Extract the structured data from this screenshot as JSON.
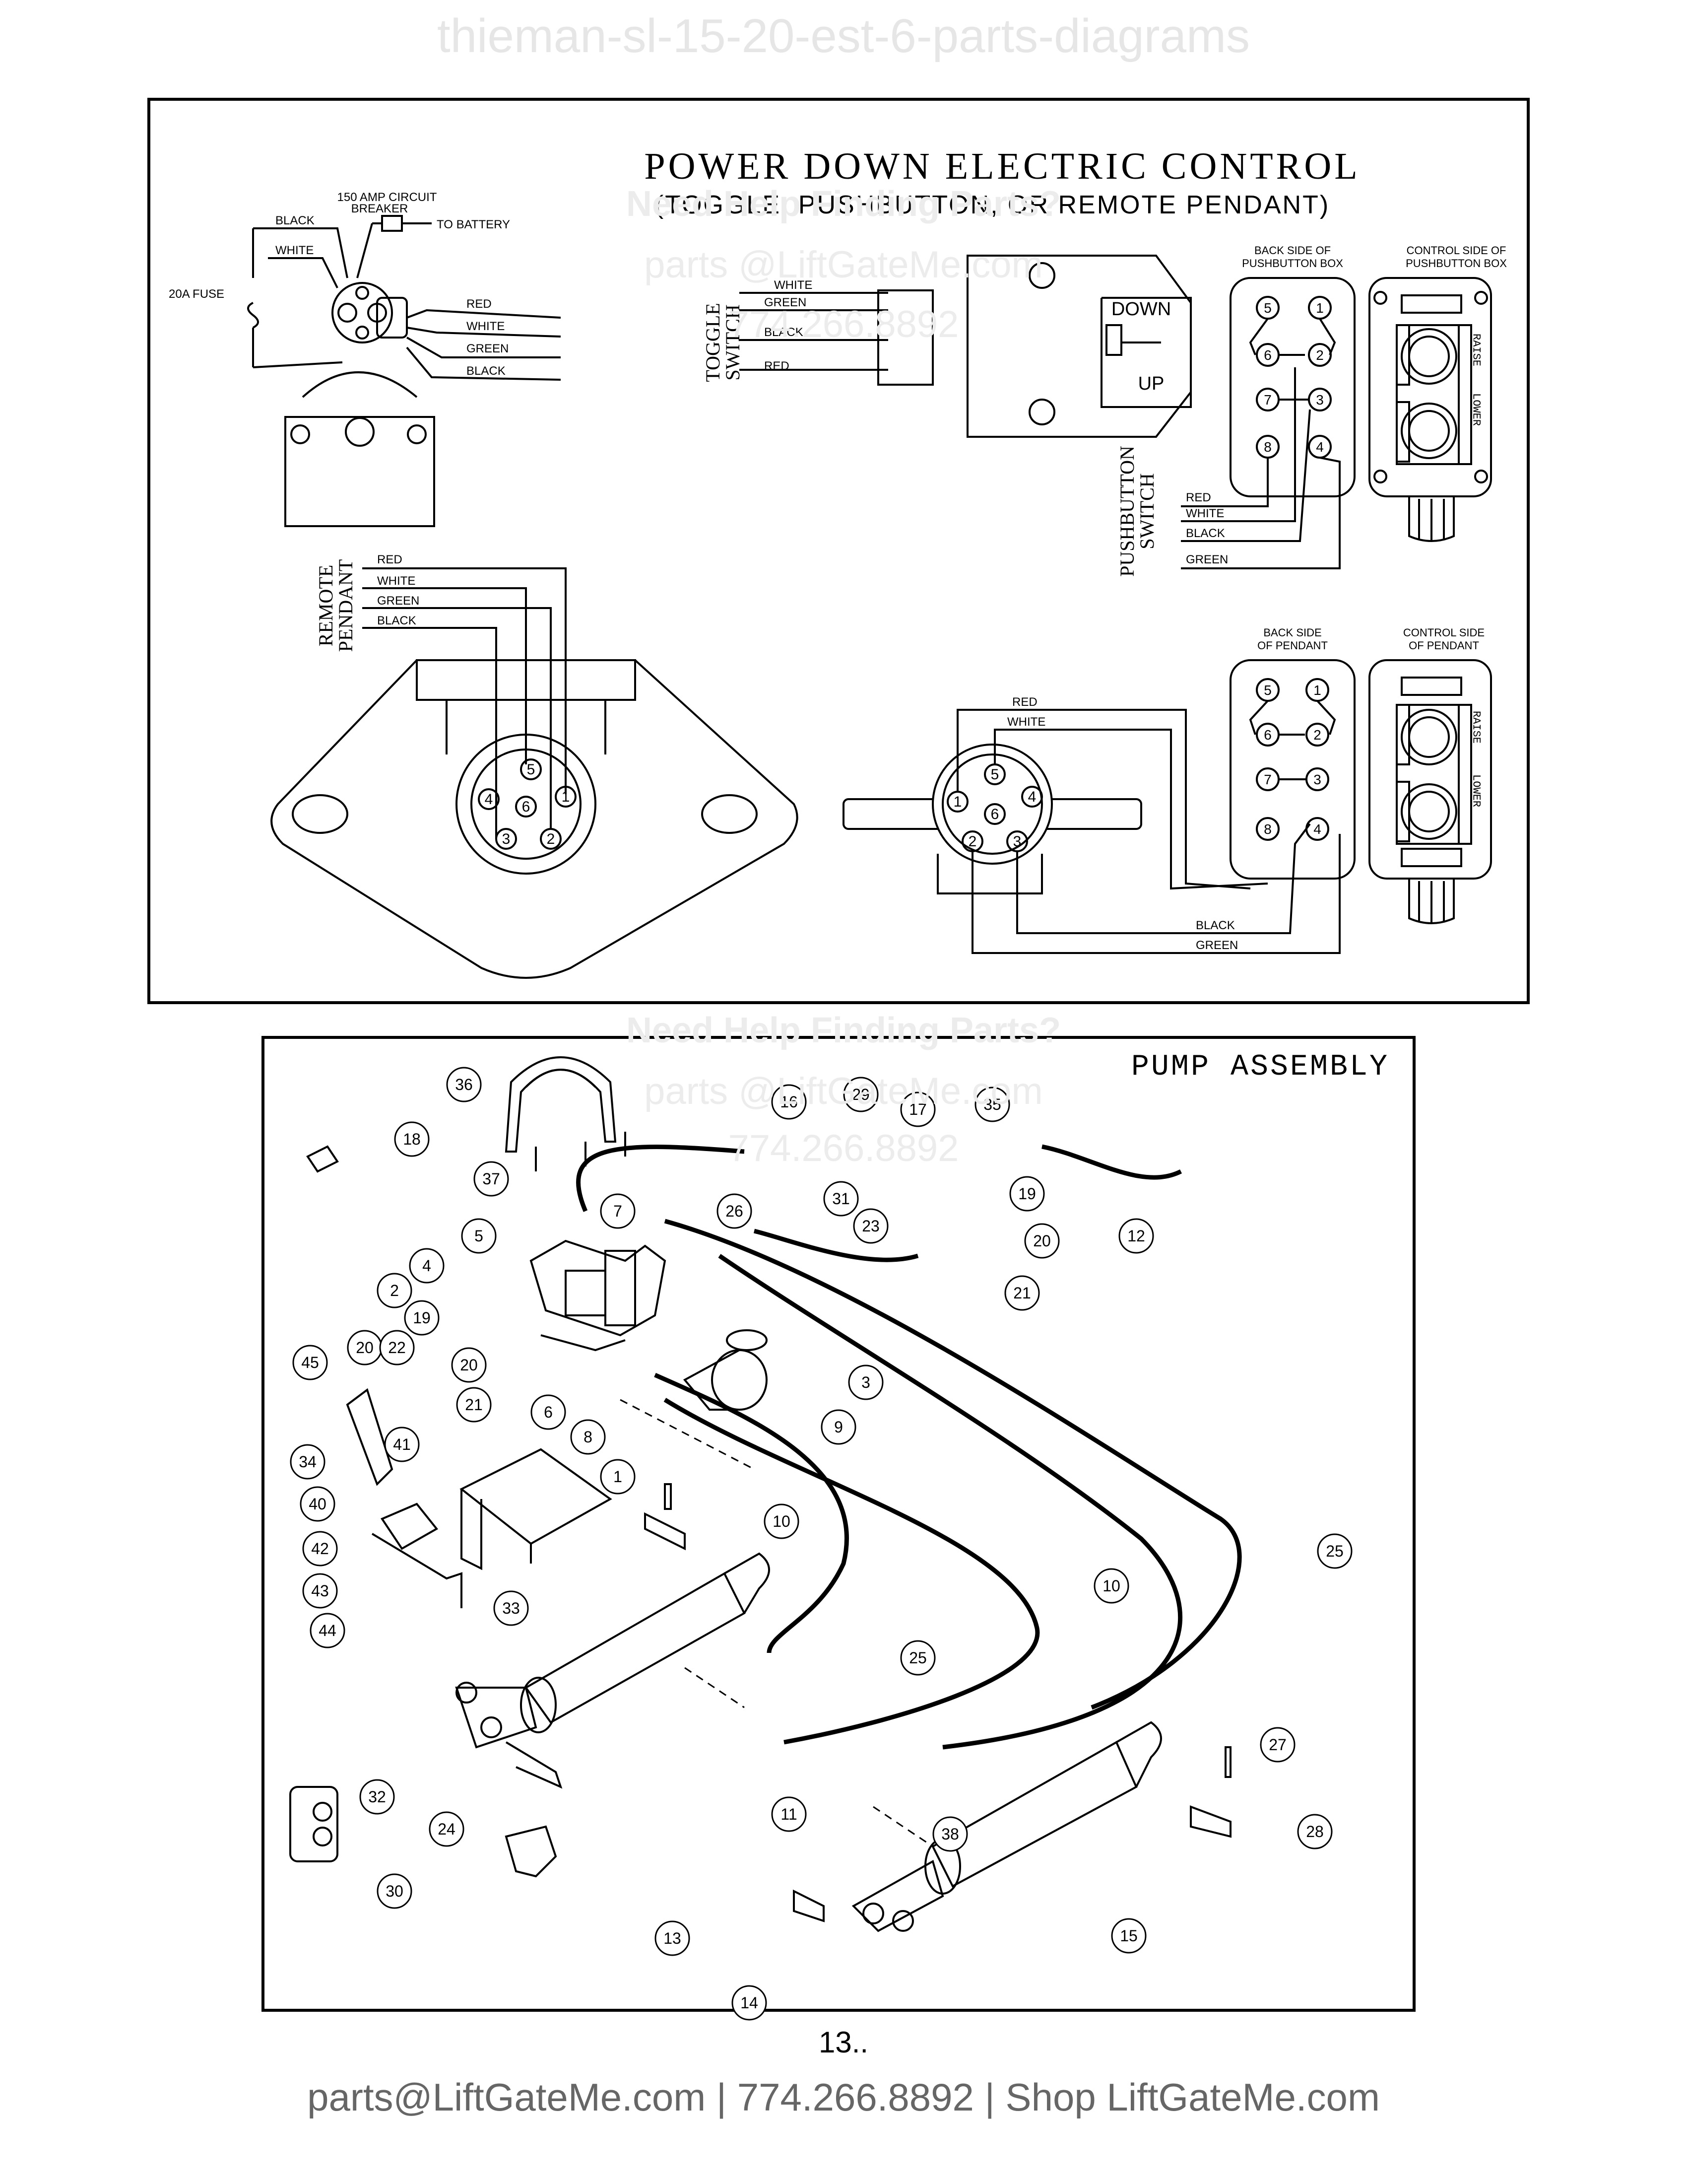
{
  "header": {
    "doc_name": "thieman-sl-15-20-est-6-parts-diagrams"
  },
  "watermark": {
    "help": "Need Help Finding Parts?",
    "email": "parts @LiftGateMe.com",
    "phone": "774.266.8892"
  },
  "electric": {
    "title": "POWER DOWN ELECTRIC CONTROL",
    "subtitle": "(TOGGLE, PUSHBUTTON, OR REMOTE PENDANT)",
    "breaker": {
      "line1": "150 AMP CIRCUIT",
      "line2": "BREAKER",
      "battery": "TO BATTERY",
      "fuse": "20A FUSE"
    },
    "motor_wires": [
      "BLACK",
      "WHITE",
      "RED",
      "WHITE",
      "GREEN",
      "BLACK"
    ],
    "toggle": {
      "label1": "TOGGLE",
      "label2": "SWITCH",
      "wires": [
        "WHITE",
        "GREEN",
        "BLACK",
        "RED"
      ],
      "down": "DOWN",
      "up": "UP"
    },
    "pushbutton": {
      "back_label1": "BACK SIDE OF",
      "back_label2": "PUSHBUTTON BOX",
      "ctrl_label1": "CONTROL SIDE OF",
      "ctrl_label2": "PUSHBUTTON BOX",
      "switch1": "PUSHBUTTON",
      "switch2": "SWITCH",
      "wires": [
        "RED",
        "WHITE",
        "BLACK",
        "GREEN"
      ],
      "raise": "RAISE",
      "lower": "LOWER"
    },
    "pendant": {
      "label1": "REMOTE",
      "label2": "PENDANT",
      "wires": [
        "RED",
        "WHITE",
        "GREEN",
        "BLACK"
      ],
      "back_label1": "BACK SIDE",
      "back_label2": "OF PENDANT",
      "ctrl_label1": "CONTROL SIDE",
      "ctrl_label2": "OF PENDANT",
      "right_wires": [
        "RED",
        "WHITE",
        "BLACK",
        "GREEN"
      ]
    },
    "terminals": [
      "5",
      "1",
      "6",
      "2",
      "7",
      "3",
      "8",
      "4"
    ],
    "socket_pins": [
      "5",
      "4",
      "6",
      "1",
      "3",
      "2"
    ]
  },
  "pump": {
    "title": "PUMP ASSEMBLY",
    "callouts": [
      "36",
      "18",
      "37",
      "16",
      "29",
      "17",
      "35",
      "7",
      "26",
      "31",
      "19",
      "12",
      "5",
      "23",
      "20",
      "4",
      "2",
      "21",
      "19",
      "20",
      "22",
      "3",
      "20",
      "45",
      "21",
      "6",
      "9",
      "8",
      "1",
      "41",
      "34",
      "40",
      "10",
      "25",
      "42",
      "10",
      "43",
      "44",
      "33",
      "25",
      "27",
      "32",
      "11",
      "38",
      "28",
      "24",
      "30",
      "13",
      "15",
      "14"
    ]
  },
  "footer": {
    "page_number": "13..",
    "contact": "parts@LiftGateMe.com | 774.266.8892 | Shop LiftGateMe.com"
  }
}
